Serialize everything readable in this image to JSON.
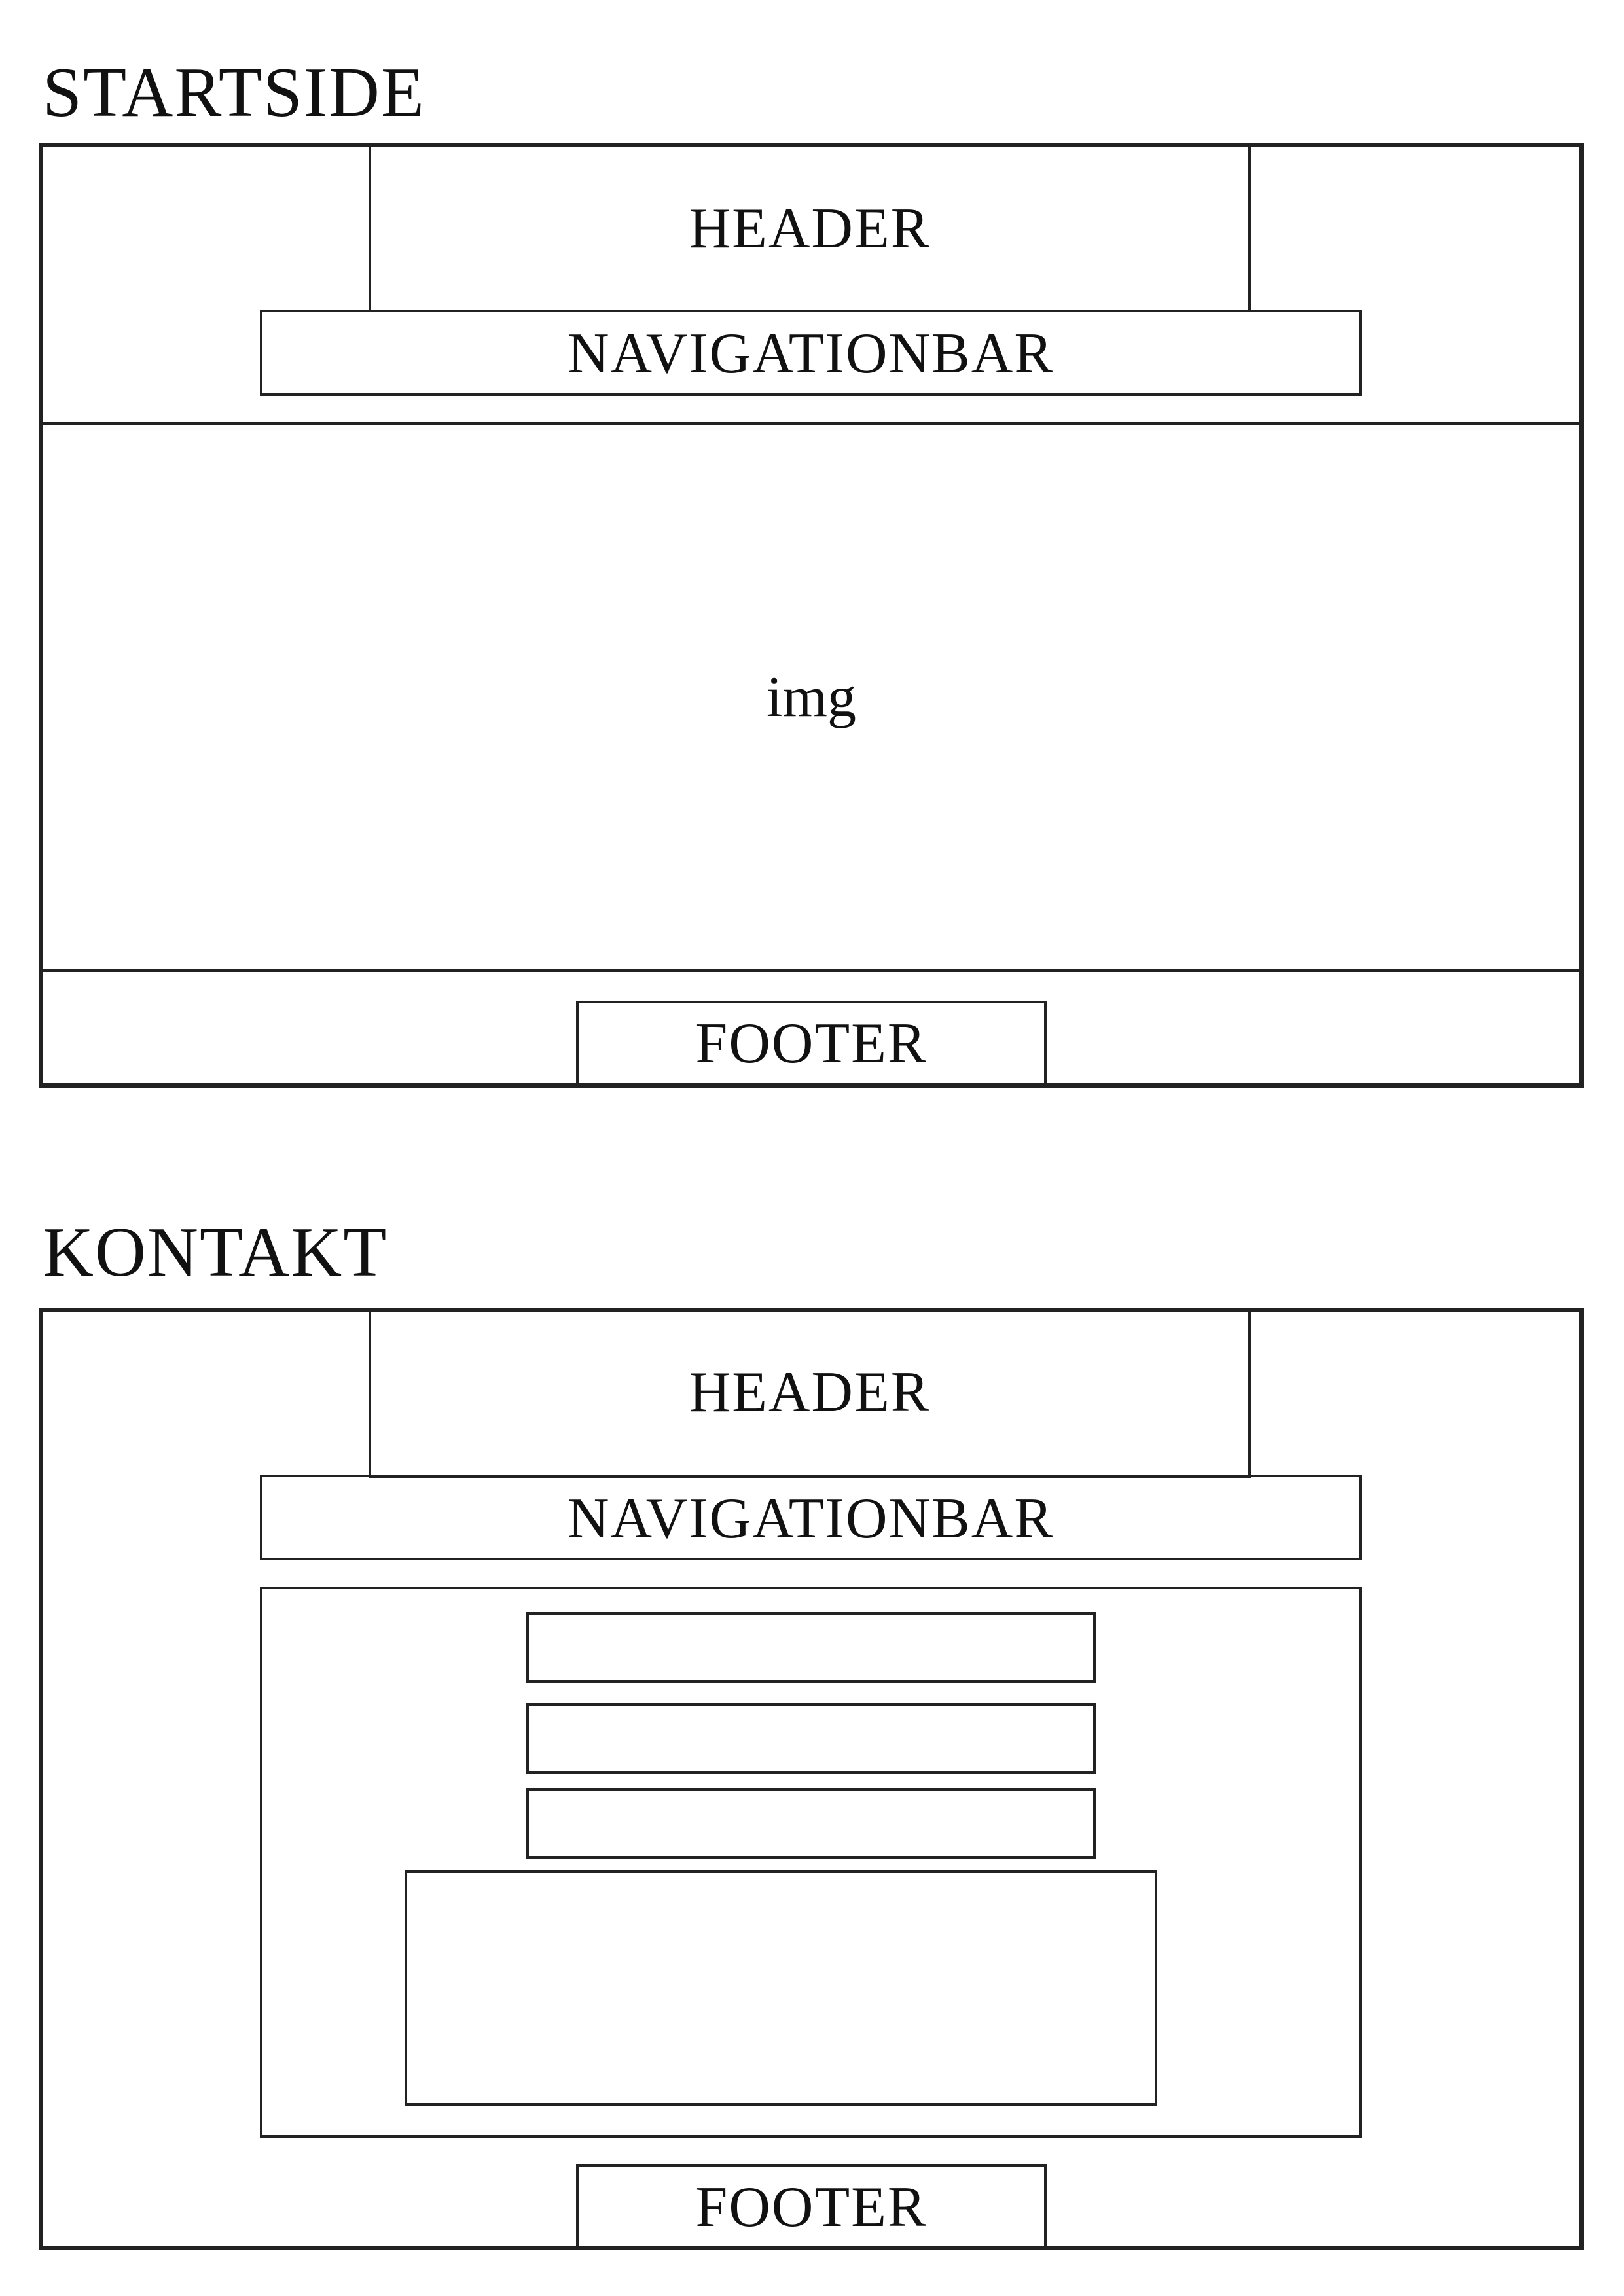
{
  "pages": [
    {
      "title": "STARTSIDE",
      "header_label": "HEADER",
      "nav_label": "NAVIGATIONBAR",
      "image_label": "img",
      "footer_label": "FOOTER"
    },
    {
      "title": "KONTAKT",
      "header_label": "HEADER",
      "nav_label": "NAVIGATIONBAR",
      "footer_label": "FOOTER",
      "form": {
        "input_fields": 3,
        "text_areas": 1
      }
    }
  ],
  "colors": {
    "line": "#222222",
    "background": "#ffffff",
    "text": "#111111"
  }
}
